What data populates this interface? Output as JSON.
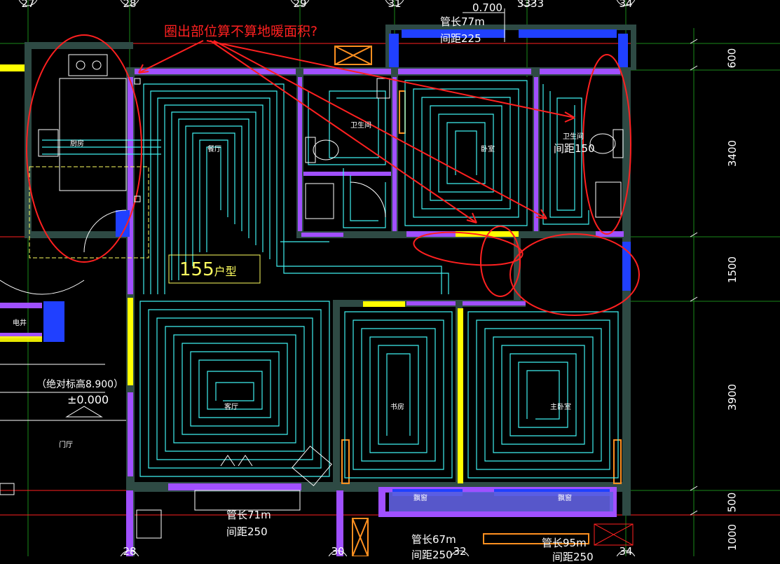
{
  "grid_axes": [
    "27",
    "28",
    "29",
    "31",
    "3333",
    "34",
    "28",
    "30",
    "32",
    "34"
  ],
  "top_dim": "0.700",
  "right_dims": [
    "600",
    "3400",
    "1500",
    "3900",
    "500",
    "1000"
  ],
  "annotation": "圈出部位算不算地暖面积?",
  "unit_label": "155",
  "unit_suffix": "户型",
  "elevation": {
    "abs": "（绝对标高8.900）",
    "rel": "±0.000"
  },
  "loops": [
    {
      "length": "管长77m",
      "spacing": "间距225"
    },
    {
      "spacing": "间距150"
    },
    {
      "length": "管长71m",
      "spacing": "间距250"
    },
    {
      "length": "管长67m",
      "spacing": "间距250"
    },
    {
      "length": "管长95m",
      "spacing": "间距250"
    }
  ],
  "rooms": [
    "厨房",
    "餐厅",
    "卫生间",
    "卧室",
    "卫生间",
    "客厅",
    "书房",
    "主卧室",
    "门厅",
    "电井",
    "飘窗",
    "飘窗"
  ],
  "colors": {
    "wall": "#2e4a44",
    "pipe": "#3ff0f0",
    "purple": "#a050ff",
    "yellow": "#ffff00",
    "blue": "#2040ff",
    "redline": "#ff2020",
    "grid": "#20a020"
  }
}
